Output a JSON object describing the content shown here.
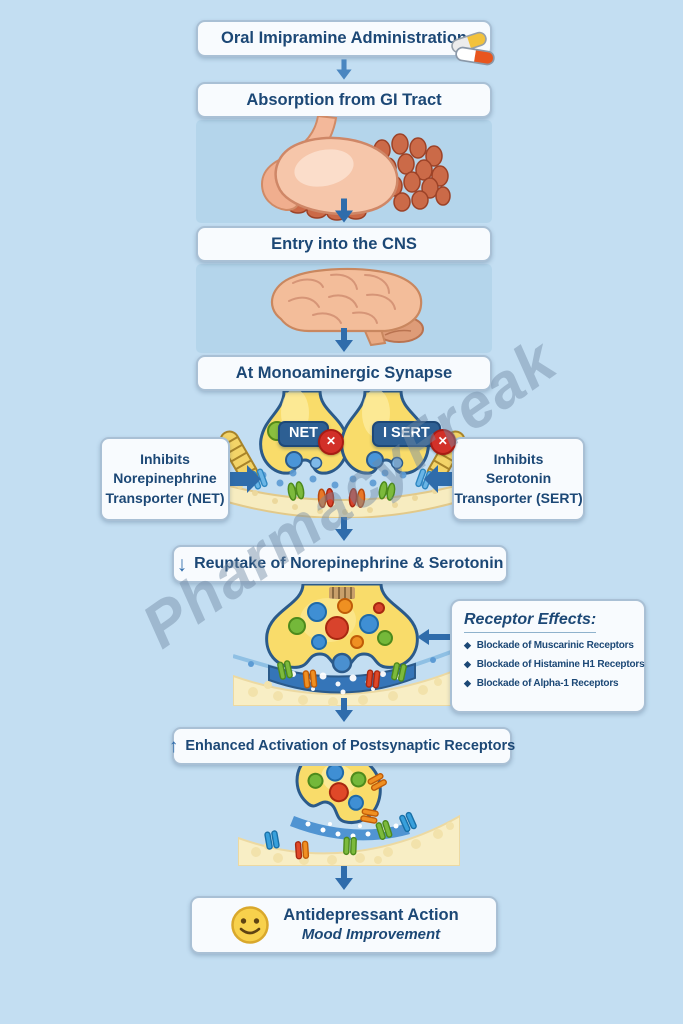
{
  "watermark": "PharmacyFreak",
  "steps": {
    "oral": "Oral Imipramine Administration",
    "absorption": "Absorption from GI Tract",
    "cns": "Entry into the CNS",
    "synapse": "At Monoaminergic Synapse",
    "reuptake_arrow": "↓",
    "reuptake": "Reuptake of Norepinephrine & Serotonin",
    "enhanced_arrow": "↑",
    "enhanced": "Enhanced Activation of Postsynaptic Receptors",
    "final_title": "Antidepressant Action",
    "final_subtitle": "Mood Improvement"
  },
  "transporters": {
    "net": "NET",
    "sert": "I SERT",
    "blocked_x": "✕"
  },
  "notes": {
    "net_line1": "Inhibits",
    "net_line2": "Norepinephrine",
    "net_line3": "Transporter (NET)",
    "sert_line1": "Inhibits",
    "sert_line2": "Serotonin",
    "sert_line3": "Transporter (SERT)"
  },
  "receptor_effects": {
    "title": "Receptor Effects:",
    "bullet_icon": "◆",
    "bullets": [
      "Blockade of Muscarinic Receptors",
      "Blockade of Histamine H1 Receptors",
      "Blockade of Alpha-1 Receptors"
    ]
  },
  "icons": {
    "pills": "capsule-pills-icon",
    "smiley": "smiley-face-icon"
  },
  "colors": {
    "background": "#c3def2",
    "illustration_panel": "#b4d5eb",
    "box_background": "#f8fbfe",
    "box_border": "#a9c0d5",
    "text": "#1c4876",
    "arrow_blue": "#2f6cab",
    "transporter_label_bg": "#2d5f93",
    "blocked_red": "#d23028",
    "terminal_yellow": "#f9dc6a",
    "membrane_cream": "#f7ecc0",
    "cleft_blue": "#3575b8"
  }
}
